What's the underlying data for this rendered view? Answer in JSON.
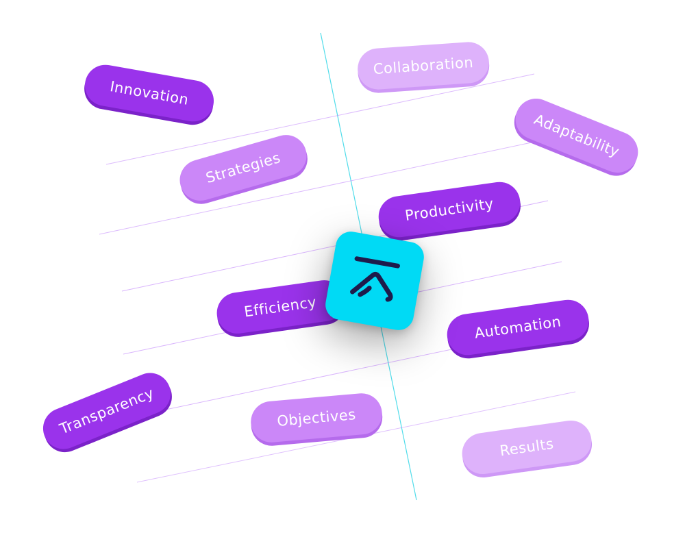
{
  "pills": [
    {
      "id": "innovation",
      "label": "Innovation"
    },
    {
      "id": "collaboration",
      "label": "Collaboration"
    },
    {
      "id": "adaptability",
      "label": "Adaptability"
    },
    {
      "id": "strategies",
      "label": "Strategies"
    },
    {
      "id": "productivity",
      "label": "Productivity"
    },
    {
      "id": "efficiency",
      "label": "Efficiency"
    },
    {
      "id": "automation",
      "label": "Automation"
    },
    {
      "id": "transparency",
      "label": "Transparency"
    },
    {
      "id": "objectives",
      "label": "Objectives"
    },
    {
      "id": "results",
      "label": "Results"
    }
  ],
  "colors": {
    "pill_dark": "#9A33EB",
    "pill_mid": "#CB87F8",
    "pill_light": "#DEB2FB",
    "logo_bg": "#00DAF5",
    "logo_mark": "#1E1B4B",
    "guide_cyan": "#3FD9E8",
    "guide_purple": "#C084FC"
  },
  "logo": {
    "icon": "arrow-up-mark-icon"
  }
}
